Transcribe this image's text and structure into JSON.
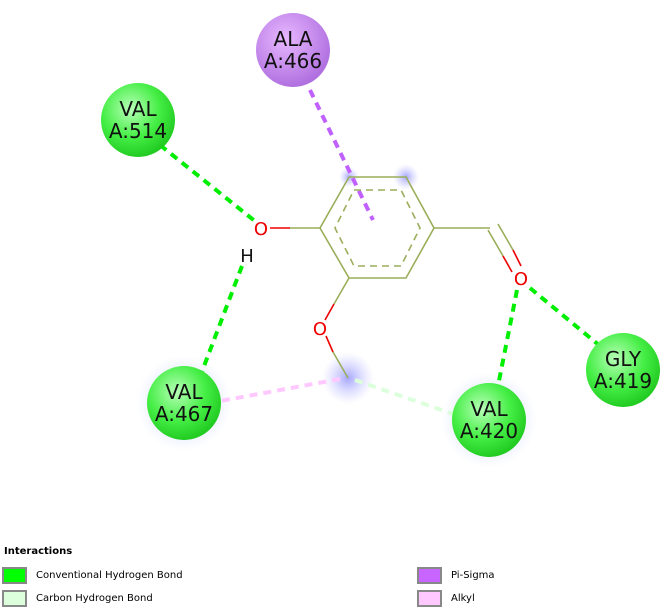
{
  "residues": [
    {
      "id": "ala466",
      "name": "ALA",
      "chain_pos": "A:466",
      "type": "pi-sigma"
    },
    {
      "id": "val514",
      "name": "VAL",
      "chain_pos": "A:514",
      "type": "hbond"
    },
    {
      "id": "val467",
      "name": "VAL",
      "chain_pos": "A:467",
      "type": "hbond"
    },
    {
      "id": "val420",
      "name": "VAL",
      "chain_pos": "A:420",
      "type": "hbond"
    },
    {
      "id": "gly419",
      "name": "GLY",
      "chain_pos": "A:419",
      "type": "hbond"
    }
  ],
  "atoms": {
    "o1": "O",
    "h1": "H",
    "o2": "O",
    "o3": "O"
  },
  "legend": {
    "title": "Interactions",
    "items": [
      {
        "label": "Conventional Hydrogen Bond",
        "color": "#00ff00"
      },
      {
        "label": "Carbon Hydrogen Bond",
        "color": "#dcffdc"
      },
      {
        "label": "Pi-Sigma",
        "color": "#c864ff"
      },
      {
        "label": "Alkyl",
        "color": "#ffc8ff"
      }
    ]
  }
}
